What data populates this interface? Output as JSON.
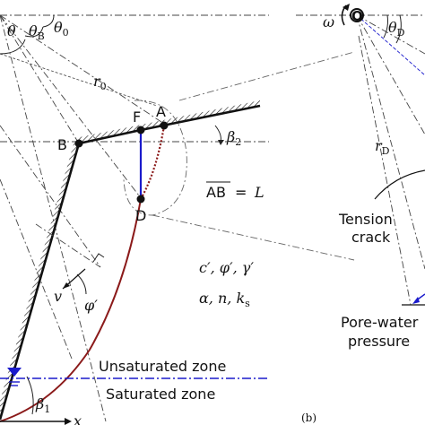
{
  "angles": {
    "theta": "θ",
    "theta_b": "θ",
    "theta_b_sub": "B",
    "theta_0": "θ",
    "theta_0_sub": "0",
    "theta_d": "θ",
    "theta_d_sub": "D",
    "beta_2": "β",
    "beta_2_sub": "2",
    "beta_1": "β",
    "beta_1_sub": "1",
    "phi_prime": "φ′"
  },
  "points": {
    "o": "O",
    "omega": "ω",
    "a": "A",
    "b": "B",
    "d": "D",
    "f": "F"
  },
  "radii": {
    "r0": "r",
    "r0_sub": "0",
    "rd": "r",
    "rd_sub": "D"
  },
  "equation": {
    "ab_over": "AB",
    "equals": " = ",
    "L": "L"
  },
  "axes": {
    "v": "v",
    "x": "x"
  },
  "parameters": {
    "line1": "c′, φ′, γ′",
    "line2a": "α, n, k",
    "line2b": "s"
  },
  "labels": {
    "tension_crack_1": "Tension",
    "tension_crack_2": "crack",
    "pore_water_1": "Pore-water",
    "pore_water_2": "pressure"
  },
  "zones": {
    "unsaturated": "Unsaturated zone",
    "saturated": "Saturated zone"
  },
  "panel": {
    "b": "(b)"
  },
  "colors": {
    "slip_surface": "#8b1a1a",
    "crack_line": "#1a1acc",
    "water_table": "#1a1acc",
    "outline": "#111111"
  }
}
